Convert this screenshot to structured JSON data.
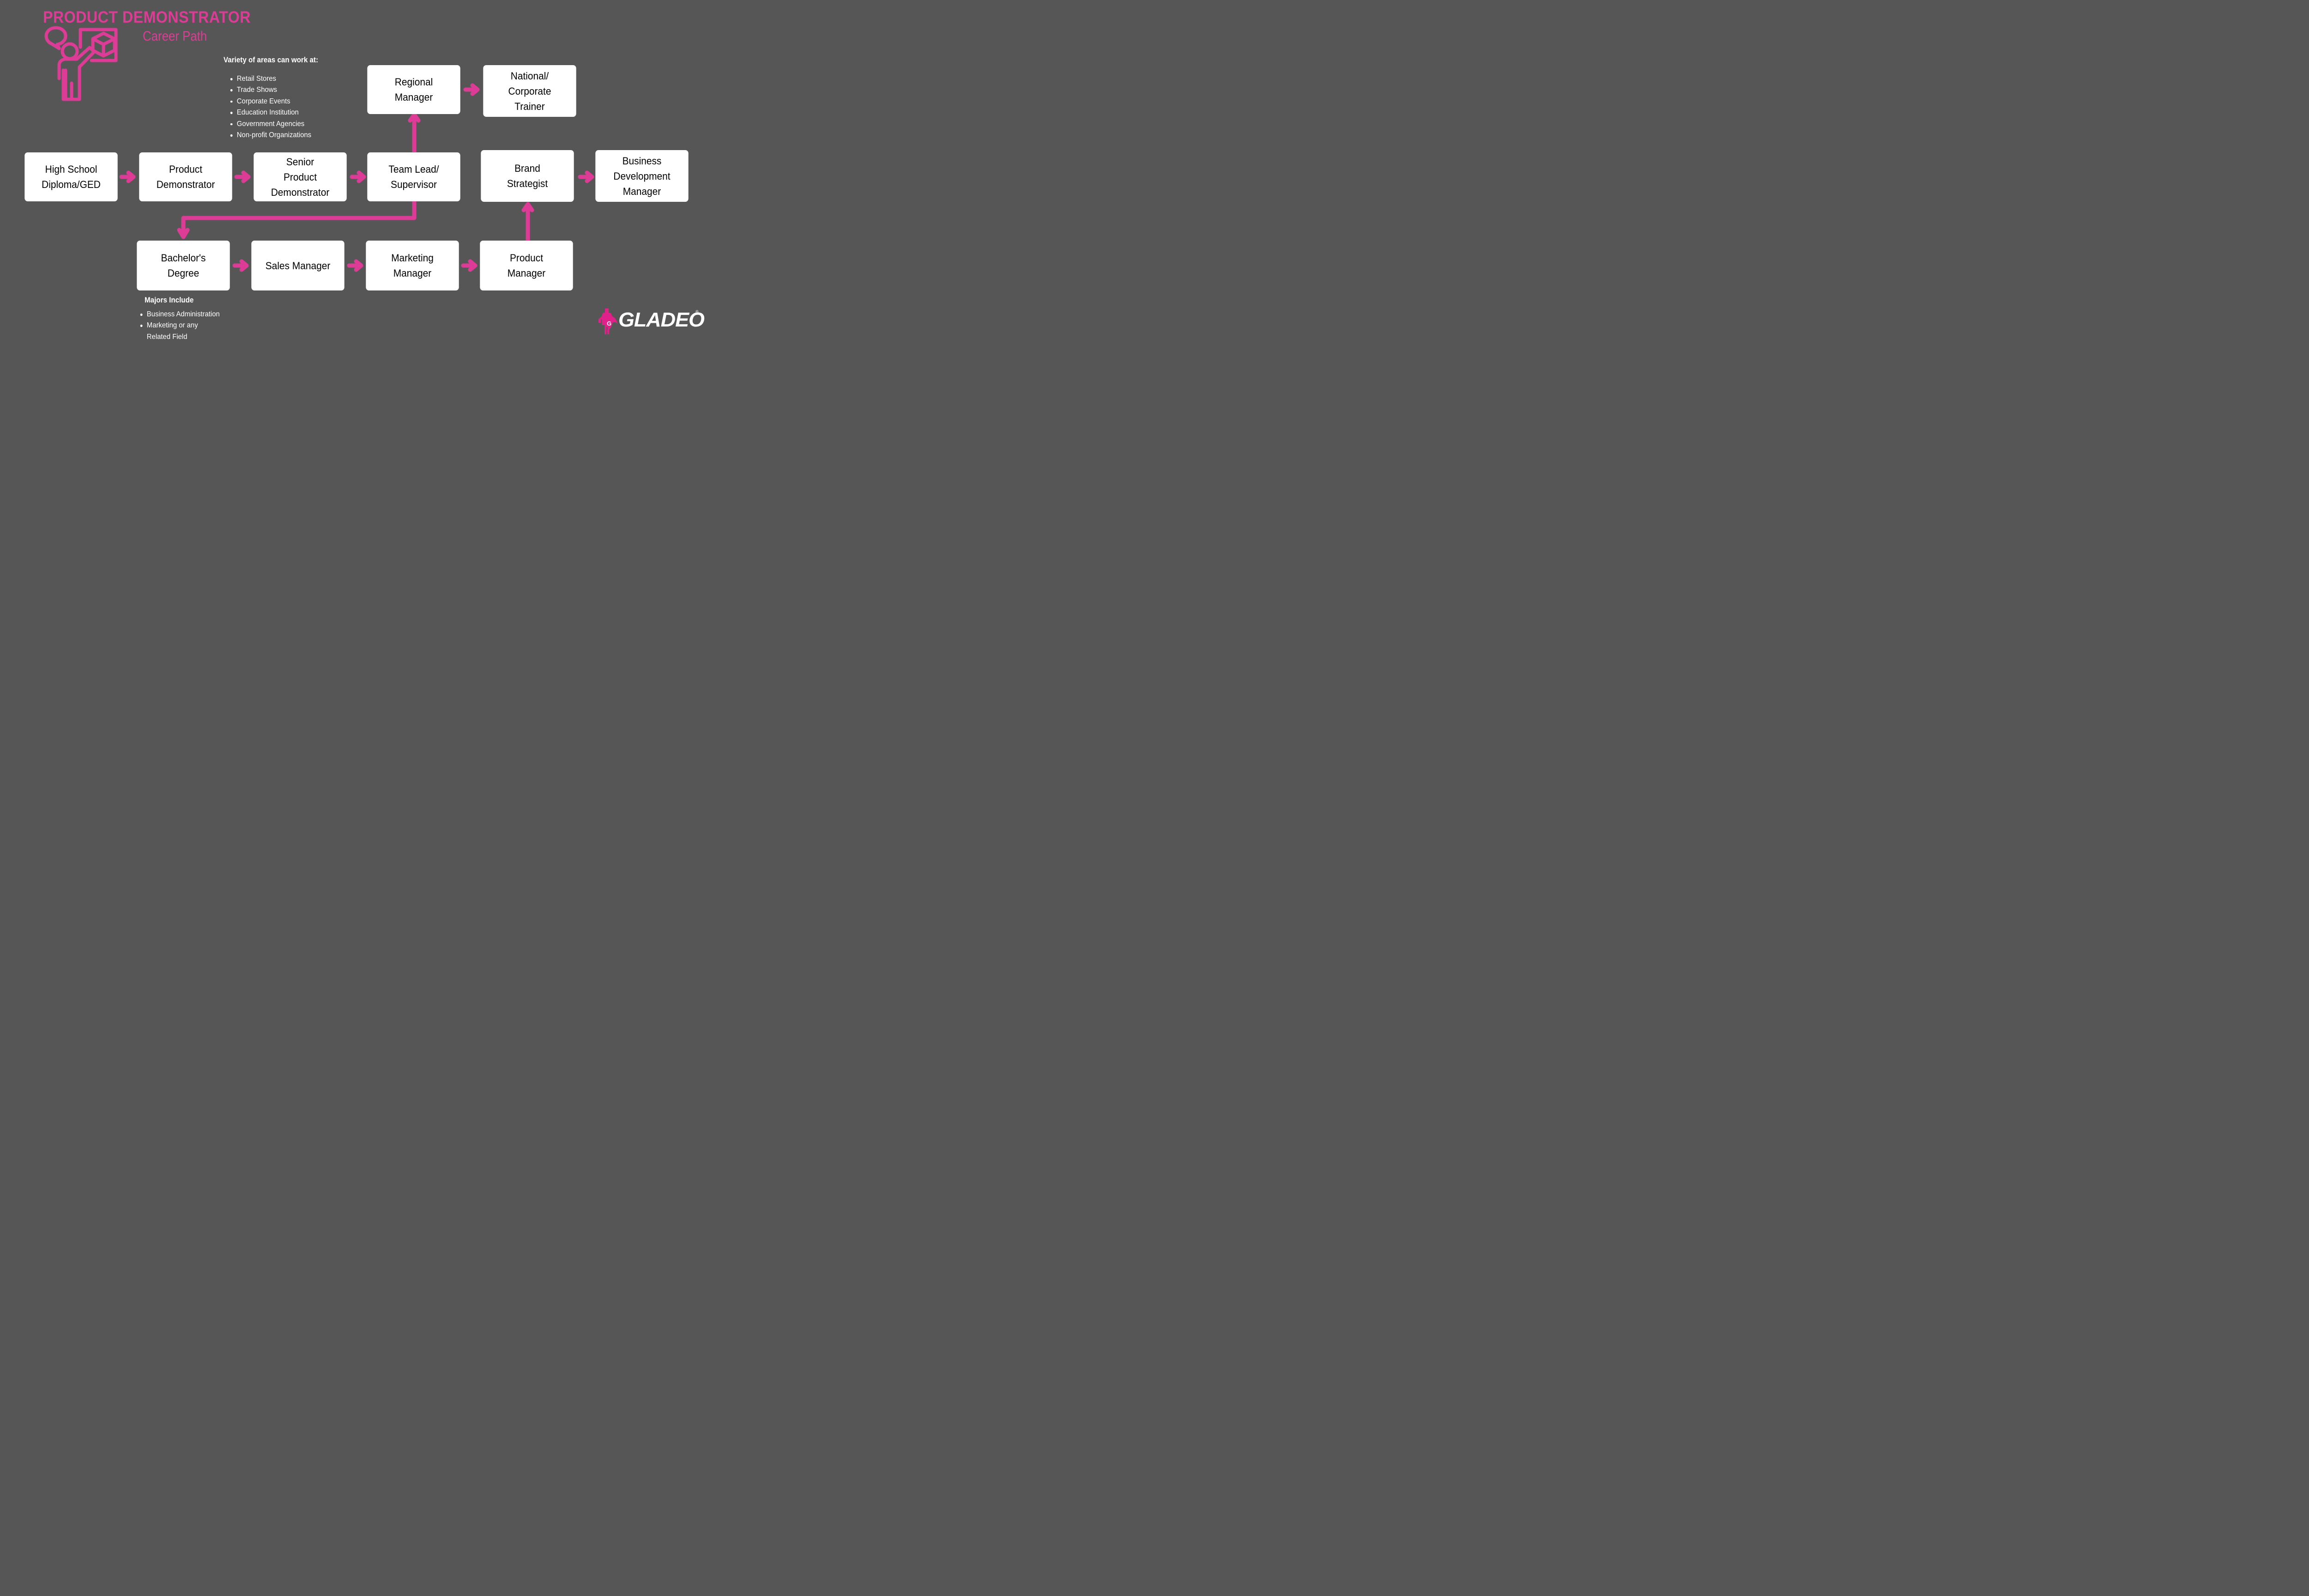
{
  "header": {
    "title": "PRODUCT DEMONSTRATOR",
    "subtitle": "Career Path",
    "icon": "product-demonstrator-icon",
    "title_color": "#DC3C96",
    "subtitle_color": "#DC3C96"
  },
  "theme": {
    "background": "#575656",
    "accent_pink": "#DC3C96",
    "node_fill": "#FFFFFF",
    "node_text": "#000000",
    "body_text": "#FFFFFF"
  },
  "areas": {
    "heading": "Variety of areas can work at:",
    "items": [
      "Retail Stores",
      "Trade Shows",
      "Corporate Events",
      "Education Institution",
      "Government Agencies",
      "Non-profit Organizations"
    ]
  },
  "majors": {
    "heading": "Majors Include",
    "items": [
      [
        "Business Administration"
      ],
      [
        "Marketing or any",
        "Related Field"
      ]
    ]
  },
  "nodes": {
    "high_school": "High School\nDiploma/GED",
    "product_demonstrator": "Product\nDemonstrator",
    "senior_product_demonstrator": "Senior\nProduct\nDemonstrator",
    "team_lead": "Team Lead/\nSupervisor",
    "brand_strategist": "Brand\nStrategist",
    "business_development_manager": "Business\nDevelopment\nManager",
    "regional_manager": "Regional\nManager",
    "national_corporate_trainer": "National/\nCorporate\nTrainer",
    "bachelors_degree": "Bachelor's\nDegree",
    "sales_manager": "Sales Manager",
    "marketing_manager": "Marketing\nManager",
    "product_manager": "Product\nManager"
  },
  "logo": {
    "wordmark": "GLADEO",
    "registered": "®",
    "badge_letter": "G"
  }
}
